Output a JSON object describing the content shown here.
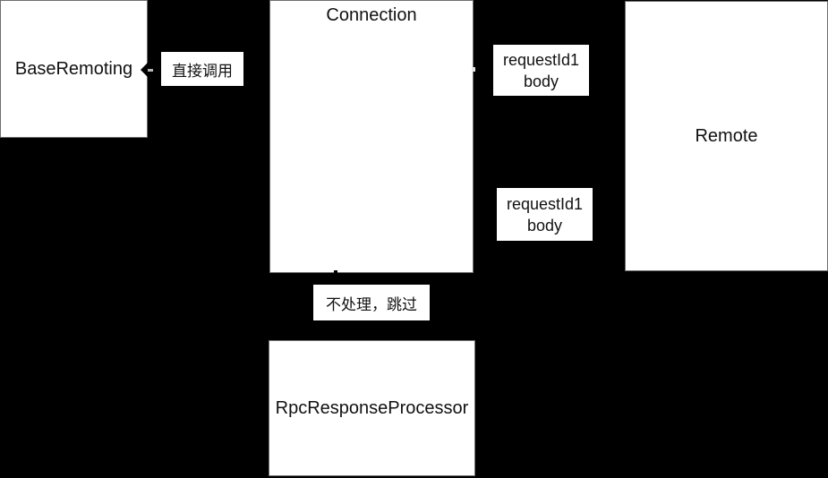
{
  "diagram": {
    "background_color": "#000000",
    "node_fill_color": "#ffffff",
    "text_color": "#111111",
    "nodes": {
      "base_remoting": {
        "label": "BaseRemoting"
      },
      "connection": {
        "label": "Connection"
      },
      "remote": {
        "label": "Remote"
      },
      "rpc_response_processor": {
        "label": "RpcResponseProcessor"
      }
    },
    "labels": {
      "direct_call": {
        "text": "直接调用"
      },
      "request_top": {
        "line1": "requestId1",
        "line2": "body"
      },
      "request_bottom": {
        "line1": "requestId1",
        "line2": "body"
      },
      "skip": {
        "text": "不处理，跳过"
      }
    }
  }
}
